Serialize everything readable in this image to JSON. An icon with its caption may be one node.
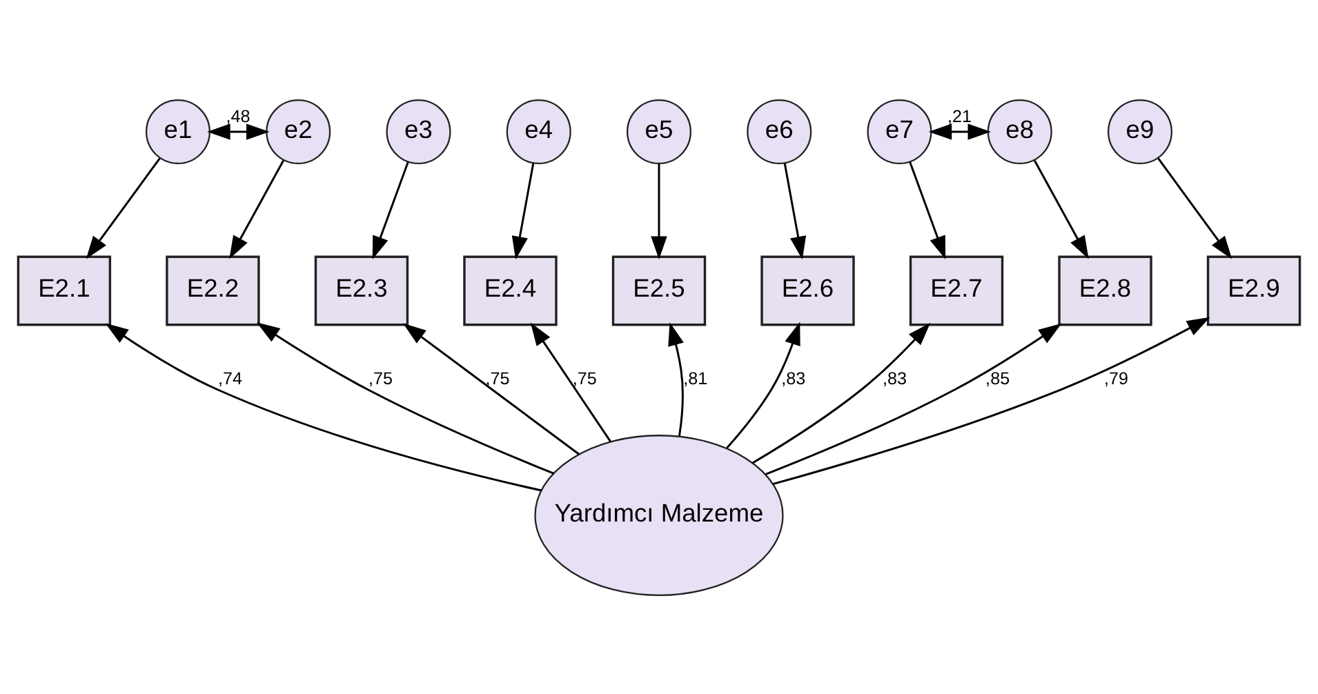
{
  "diagram": {
    "nodes": [
      {
        "text": [
          "e1"
        ]
      },
      {
        "text": [
          "e2"
        ]
      },
      {
        "text": [
          "e3"
        ]
      },
      {
        "text": [
          "e4"
        ]
      },
      {
        "text": [
          "e5"
        ]
      },
      {
        "text": [
          "e6"
        ]
      },
      {
        "text": [
          "e7"
        ]
      },
      {
        "text": [
          "e8"
        ]
      },
      {
        "text": [
          "e9"
        ]
      },
      {
        "text": [
          "E2.1"
        ]
      },
      {
        "text": [
          "E2.2"
        ]
      },
      {
        "text": [
          "E2.3"
        ]
      },
      {
        "text": [
          "E2.4"
        ]
      },
      {
        "text": [
          "E2.5"
        ]
      },
      {
        "text": [
          "E2.6"
        ]
      },
      {
        "text": [
          "E2.7"
        ]
      },
      {
        "text": [
          "E2.8"
        ]
      },
      {
        "text": [
          "E2.9"
        ]
      },
      {
        "text": [
          "Yardımcı Malzeme"
        ]
      }
    ],
    "edges": [
      {
        "from": 0,
        "to": 9,
        "arrow": "to"
      },
      {
        "from": 1,
        "to": 10,
        "arrow": "to"
      },
      {
        "from": 2,
        "to": 11,
        "arrow": "to"
      },
      {
        "from": 3,
        "to": 12,
        "arrow": "to"
      },
      {
        "from": 4,
        "to": 13,
        "arrow": "to"
      },
      {
        "from": 5,
        "to": 14,
        "arrow": "to"
      },
      {
        "from": 6,
        "to": 15,
        "arrow": "to"
      },
      {
        "from": 7,
        "to": 16,
        "arrow": "to"
      },
      {
        "from": 8,
        "to": 17,
        "arrow": "to"
      },
      {
        "from": 0,
        "to": 1,
        "arrow": "both",
        "label": ",48"
      },
      {
        "from": 6,
        "to": 7,
        "arrow": "both",
        "label": ",21"
      },
      {
        "from": 18,
        "to": 9,
        "arrow": "to",
        "label": ",74"
      },
      {
        "from": 18,
        "to": 10,
        "arrow": "to",
        "label": ",75"
      },
      {
        "from": 18,
        "to": 11,
        "arrow": "to",
        "label": ",75"
      },
      {
        "from": 18,
        "to": 12,
        "arrow": "to",
        "label": ",75"
      },
      {
        "from": 18,
        "to": 13,
        "arrow": "to",
        "label": ",81"
      },
      {
        "from": 18,
        "to": 14,
        "arrow": "to",
        "label": ",83"
      },
      {
        "from": 18,
        "to": 15,
        "arrow": "to",
        "label": ",83"
      },
      {
        "from": 18,
        "to": 16,
        "arrow": "to",
        "label": ",85"
      },
      {
        "from": 18,
        "to": 17,
        "arrow": "to",
        "label": ",79"
      }
    ]
  }
}
